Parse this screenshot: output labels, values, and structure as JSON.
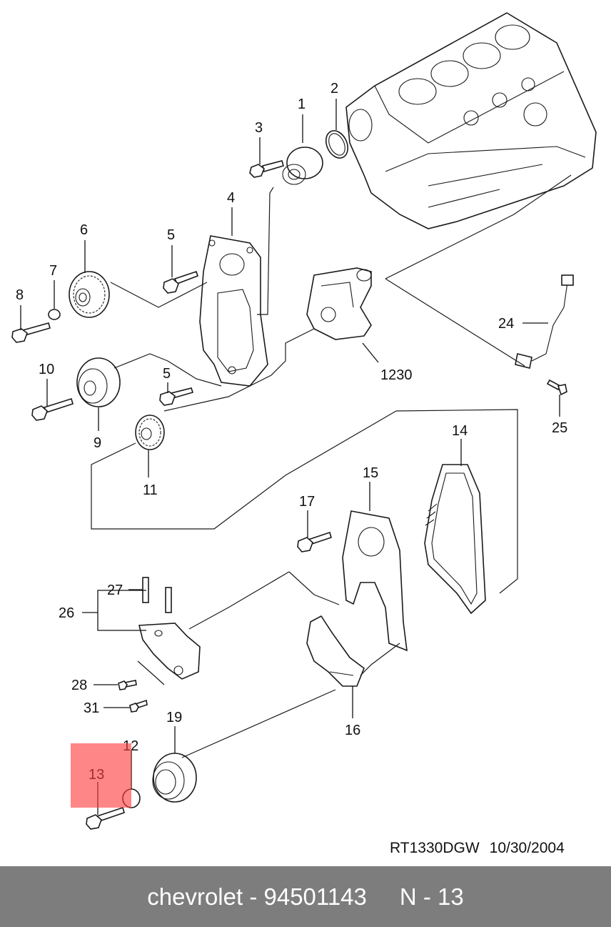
{
  "diagram": {
    "callouts": [
      {
        "id": "c1",
        "label": "1"
      },
      {
        "id": "c2",
        "label": "2"
      },
      {
        "id": "c3",
        "label": "3"
      },
      {
        "id": "c4",
        "label": "4"
      },
      {
        "id": "c5a",
        "label": "5"
      },
      {
        "id": "c5b",
        "label": "5"
      },
      {
        "id": "c6",
        "label": "6"
      },
      {
        "id": "c7",
        "label": "7"
      },
      {
        "id": "c8",
        "label": "8"
      },
      {
        "id": "c9",
        "label": "9"
      },
      {
        "id": "c10",
        "label": "10"
      },
      {
        "id": "c11",
        "label": "11"
      },
      {
        "id": "c1230",
        "label": "1230"
      },
      {
        "id": "c24",
        "label": "24"
      },
      {
        "id": "c25",
        "label": "25"
      },
      {
        "id": "c14",
        "label": "14"
      },
      {
        "id": "c15",
        "label": "15"
      },
      {
        "id": "c17",
        "label": "17"
      },
      {
        "id": "c27",
        "label": "27"
      },
      {
        "id": "c26",
        "label": "26"
      },
      {
        "id": "c28",
        "label": "28"
      },
      {
        "id": "c31",
        "label": "31"
      },
      {
        "id": "c16",
        "label": "16"
      },
      {
        "id": "c19",
        "label": "19"
      },
      {
        "id": "c12",
        "label": "12"
      },
      {
        "id": "c13",
        "label": "13"
      }
    ],
    "reference_code": "RT1330DGW",
    "reference_date": "10/30/2004",
    "highlight_color": "#ff4040"
  },
  "footer": {
    "brand": "chevrolet",
    "separator": "-",
    "part_number": "94501143",
    "page_ref": "N - 13",
    "background": "#7d7d7d"
  }
}
